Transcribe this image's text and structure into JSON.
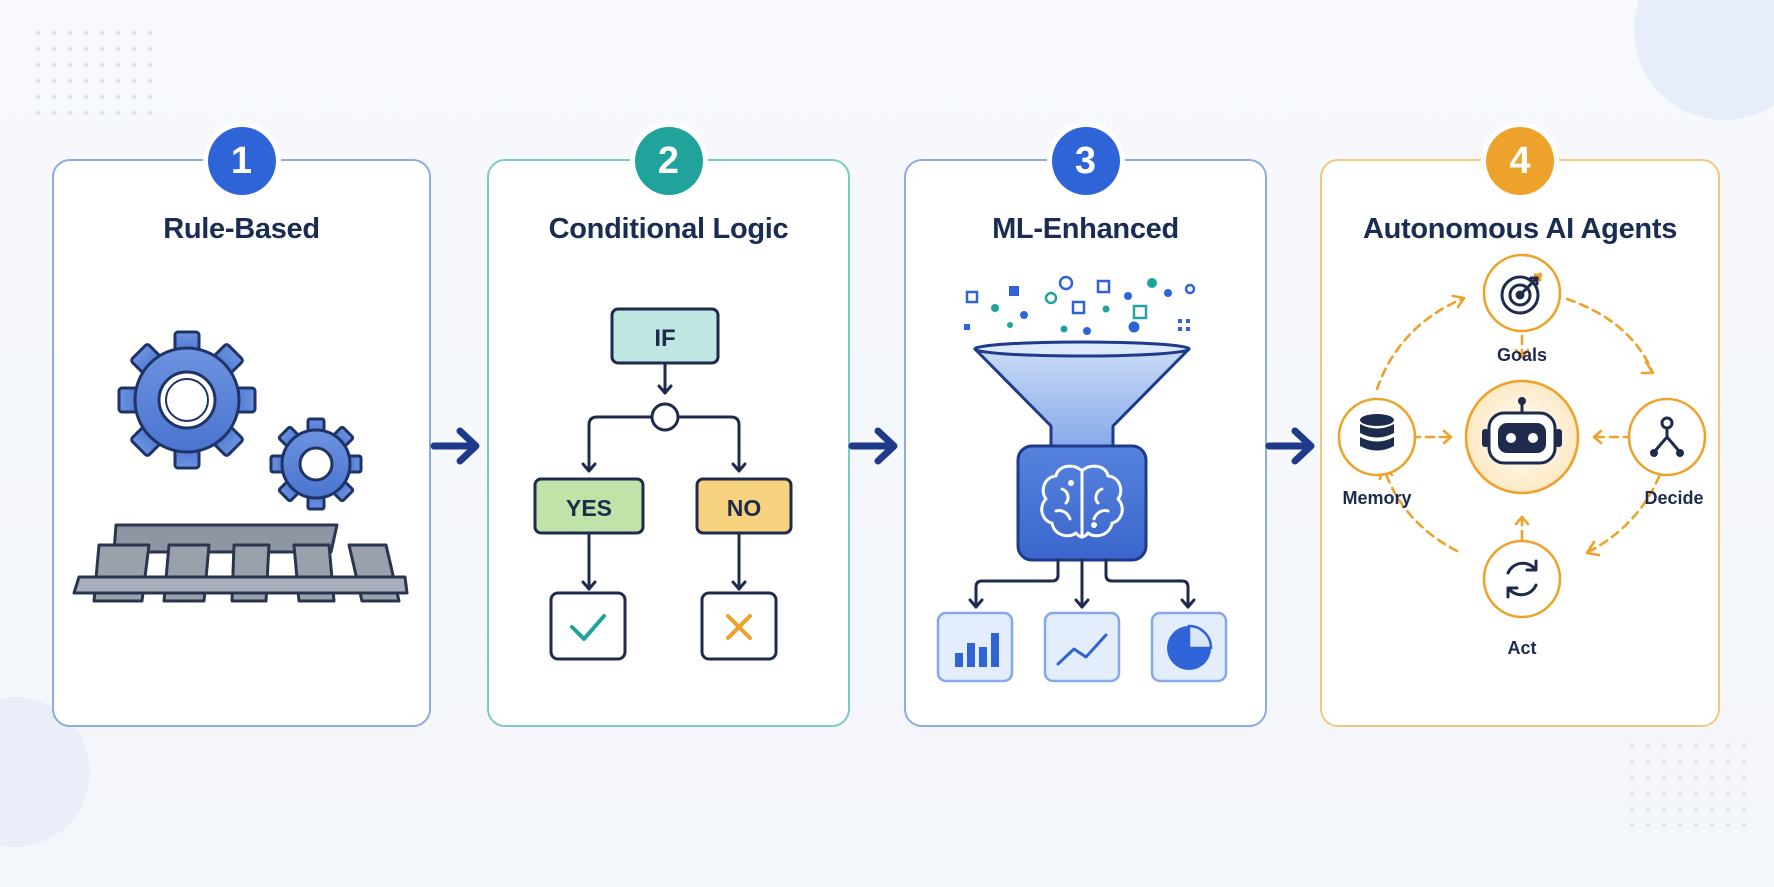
{
  "stages": [
    {
      "number": "1",
      "title": "Rule-Based"
    },
    {
      "number": "2",
      "title": "Conditional Logic",
      "flow": {
        "condition": "IF",
        "yes": "YES",
        "no": "NO"
      }
    },
    {
      "number": "3",
      "title": "ML-Enhanced"
    },
    {
      "number": "4",
      "title": "Autonomous AI Agents",
      "cycle": {
        "goals": "Goals",
        "decide": "Decide",
        "act": "Act",
        "memory": "Memory"
      }
    }
  ],
  "icons": {
    "stage1": [
      "gear-icon",
      "rail-track-icon"
    ],
    "stage2": [
      "checkmark-icon",
      "cross-icon"
    ],
    "stage3": [
      "funnel-icon",
      "brain-icon",
      "bar-chart-icon",
      "line-chart-icon",
      "pie-chart-icon"
    ],
    "stage4": [
      "target-icon",
      "robot-icon",
      "database-icon",
      "branch-icon",
      "refresh-icon"
    ]
  },
  "colors": {
    "stage1": "#2f63d8",
    "stage2": "#20a39a",
    "stage3": "#2f63d8",
    "stage4": "#eca22b",
    "connector_arrow": "#1f3a8a",
    "title_text": "#1b2c52"
  }
}
